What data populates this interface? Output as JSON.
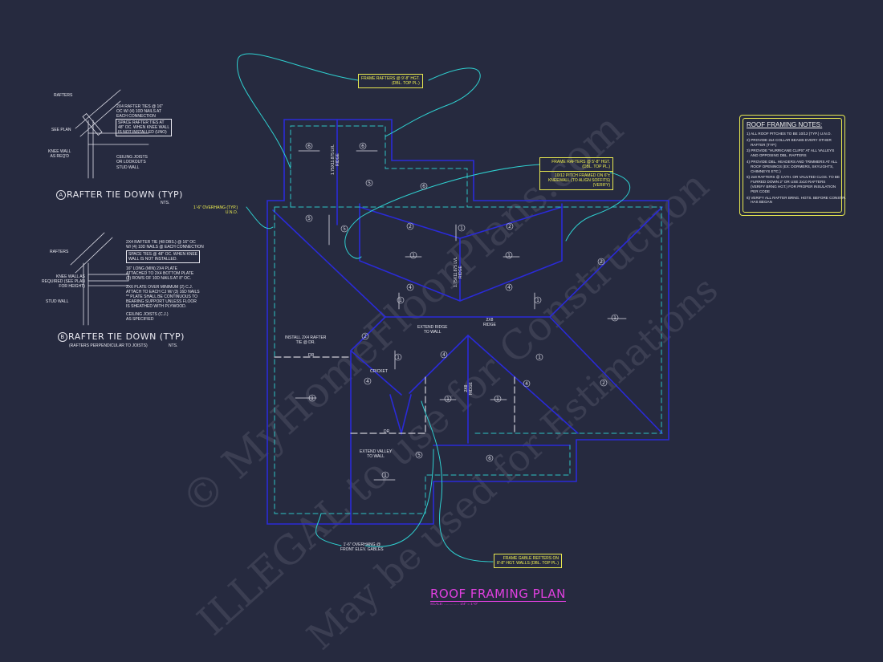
{
  "colors": {
    "background": "#262a3f",
    "roof_outline": "#2a2ad8",
    "wall_dashed": "#2fc4c4",
    "leader": "#2fd0d0",
    "callout": "#f0f050",
    "title": "#e040e0",
    "text": "#e8e8f0"
  },
  "detail_a": {
    "marker": "A",
    "title": "RAFTER TIE DOWN (TYP)",
    "scale": "NTS.",
    "labels": {
      "rafters": "RAFTERS",
      "see_plan": "SEE PLAN",
      "knee_wall": "KNEE WALL\nAS REQ'D",
      "ties": "2x4 RAFTER TIES @ 16\"\nOC W/ (4) 10d NAILS AT\nEACH CONNECTION",
      "spacing": "SPACE RAFTER TIES AT\n48\" OC. WHEN KNEE WALL\nIS NOT INSTALLED (UNO)",
      "ceiling": "CEILING JOISTS\nOR LOOKOUTS",
      "stud": "STUD WALL"
    }
  },
  "detail_b": {
    "marker": "B",
    "title": "RAFTER TIE DOWN (TYP)",
    "subtitle": "(RAFTERS PERPENDICULAR TO JOISTS)",
    "scale": "NTS.",
    "labels": {
      "rafters": "RAFTERS",
      "knee_wall": "KNEE WALL AS\nREQUIRED (SEE PLAN\nFOR HEIGHT)",
      "stud": "STUD WALL",
      "tie": "2x4 RAFTER TIE (48 DBS.) @ 16\" OC\nW/ (4) 10d NAILS @ EACH CONNECTION",
      "spacing": "SPACE TIES @ 48\" OC. WHEN KNEE\nWALL IS NOT INSTALLED.",
      "plate": "16\" LONG (MIN) 2x4 PLATE\nATTACHED TO 2X4 BOTTOM PLATE\n(2) ROWS OF 10d NAILS AT 8\" OC.",
      "plate2": "2x6 PLATE OVER MINIMUM (2) C.J.\nATTACH TO EACH CJ W/ (3) 16d NAILS\n** PLATE SHALL BE CONTINUOUS TO\nBEARING SUPPORT UNLESS FLOOR\nIS SHEATHED WITH PLYWOOD.",
      "ceiling": "CEILING JOISTS (C.J.)\nAS SPECIFIED"
    }
  },
  "callouts": {
    "top": "FRAME RAFTERS @ 9'-8\" HGT.\n(DBL. TOP PL.)",
    "right_1": "FRAME RAFTERS @ 5'-8\" HGT.\n(DBL. TOP PL.)",
    "right_2": "10/12 PITCH FRAMED ON 6\"±\nKNEEWALL (TO ALIGN SOFFITS)\n(VERIFY)",
    "overhang": "1'-6\" OVERHANG (TYP.)\nU.N.O.",
    "bottom": "FRAME GABLE REFTERS ON\n8'-8\" HGT. WALLS (DBL. TOP PL.)"
  },
  "plan_notes": {
    "install_tie": "INSTALL 2x4 RAFTER\nTIE @ DR.",
    "dr": "DR",
    "extend_ridge": "EXTEND RIDGE\nTO WALL",
    "ridge_2x8": "2x8\nRIDGE",
    "cricket": "CRICKET",
    "extend_valley": "EXTEND VALLEY\nTO WALL",
    "front_overhang": "1'-6\" OVERHANG @\nFRONT ELEV. GABLES",
    "lvl_ridge": "1.75x11.875 LVL\nRIDGE",
    "ridge_vert": "2x8\nRIDGE"
  },
  "pitch_markers": [
    "1",
    "2",
    "4",
    "5",
    "6"
  ],
  "roof_notes": {
    "title": "ROOF FRAMING NOTES:",
    "items": [
      "1) ALL ROOF PITCHES TO BE 10/12 (TYP.) U.N.O.",
      "2) PROVIDE 2x4 COLLAR BEAMS EVERY OTHER\n    RAFTER (TYP.)",
      "3) PROVIDE \"HURRICANE CLIPS\" AT ALL VALLEYS\n    AND OPPOSING DBL. RAFTERS",
      "4) PROVIDE DBL. HEADERS AND TRIMMERS AT ALL\n    ROOF OPENINGS (EX: DORMERS, SKYLIGHTS,\n    CHIMNEYS ETC.)",
      "5) 2x8 RAFTERS @ CATH. OR VAULTED CLGS. TO BE\n    FURRED DOWN 2\" OR USE 2x10 RAFTERS\n    (VERIFY BRNG HGT.) FOR PROPER INSULATION\n    PER CODE",
      "6) VERIFY ALL RAFTER BRNG. HGTS. BEFORE CONSTR.\n    HAS BEGAN"
    ]
  },
  "plan_title": "ROOF FRAMING PLAN",
  "plan_scale": "SCALE: ............... 1/4\" = 1'-0\"",
  "watermark": [
    "© MyHomeFloorPlans.com",
    "ILLEGAL to use for Construction",
    "May be used for Estimations"
  ]
}
